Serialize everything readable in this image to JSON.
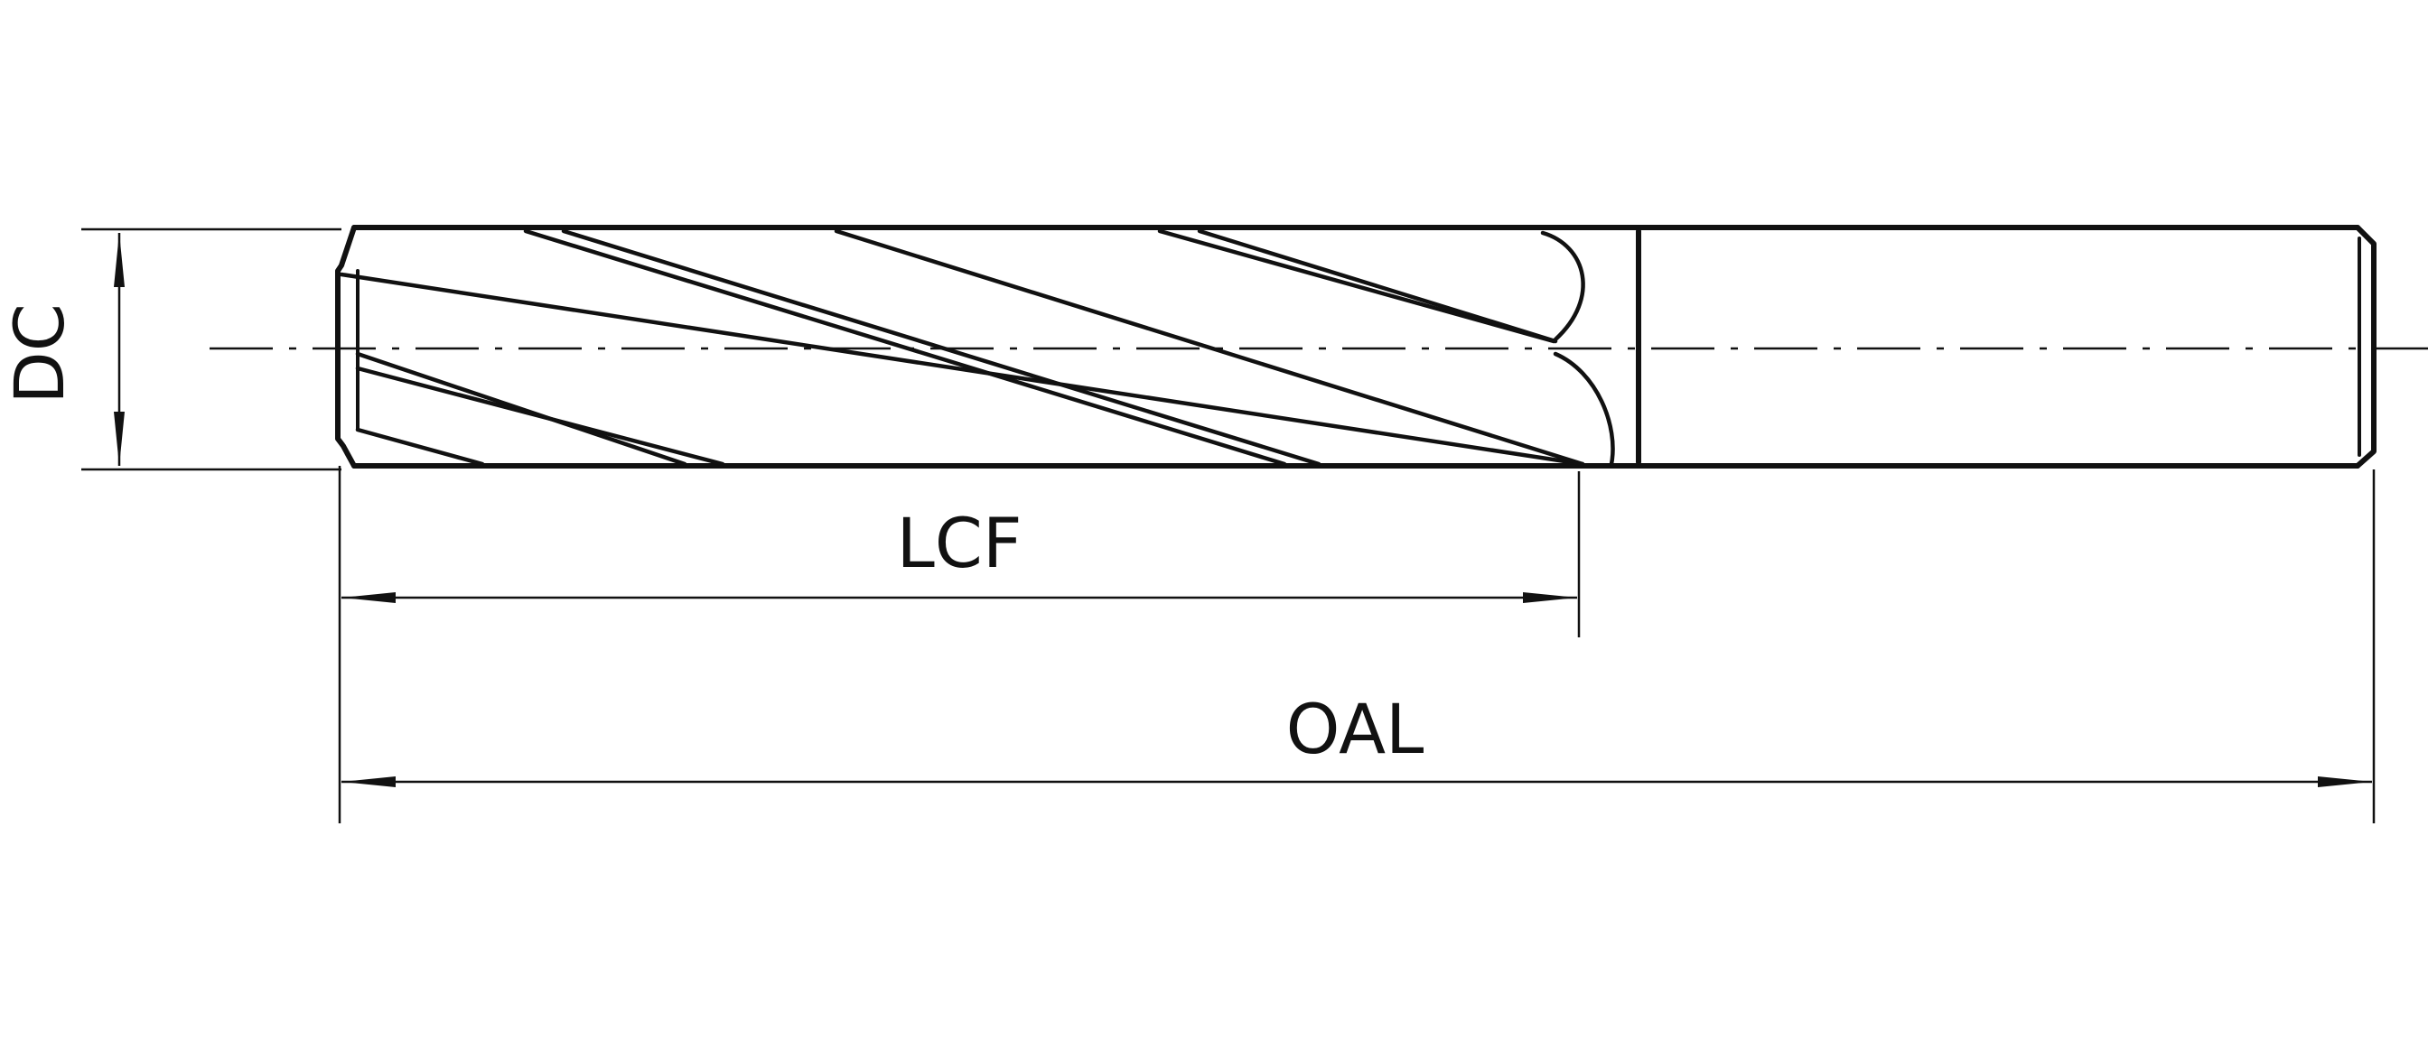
{
  "labels": {
    "diameter": "DC",
    "flute_length": "LCF",
    "overall_length": "OAL"
  },
  "colors": {
    "line": "#111111",
    "background": "#ffffff"
  }
}
